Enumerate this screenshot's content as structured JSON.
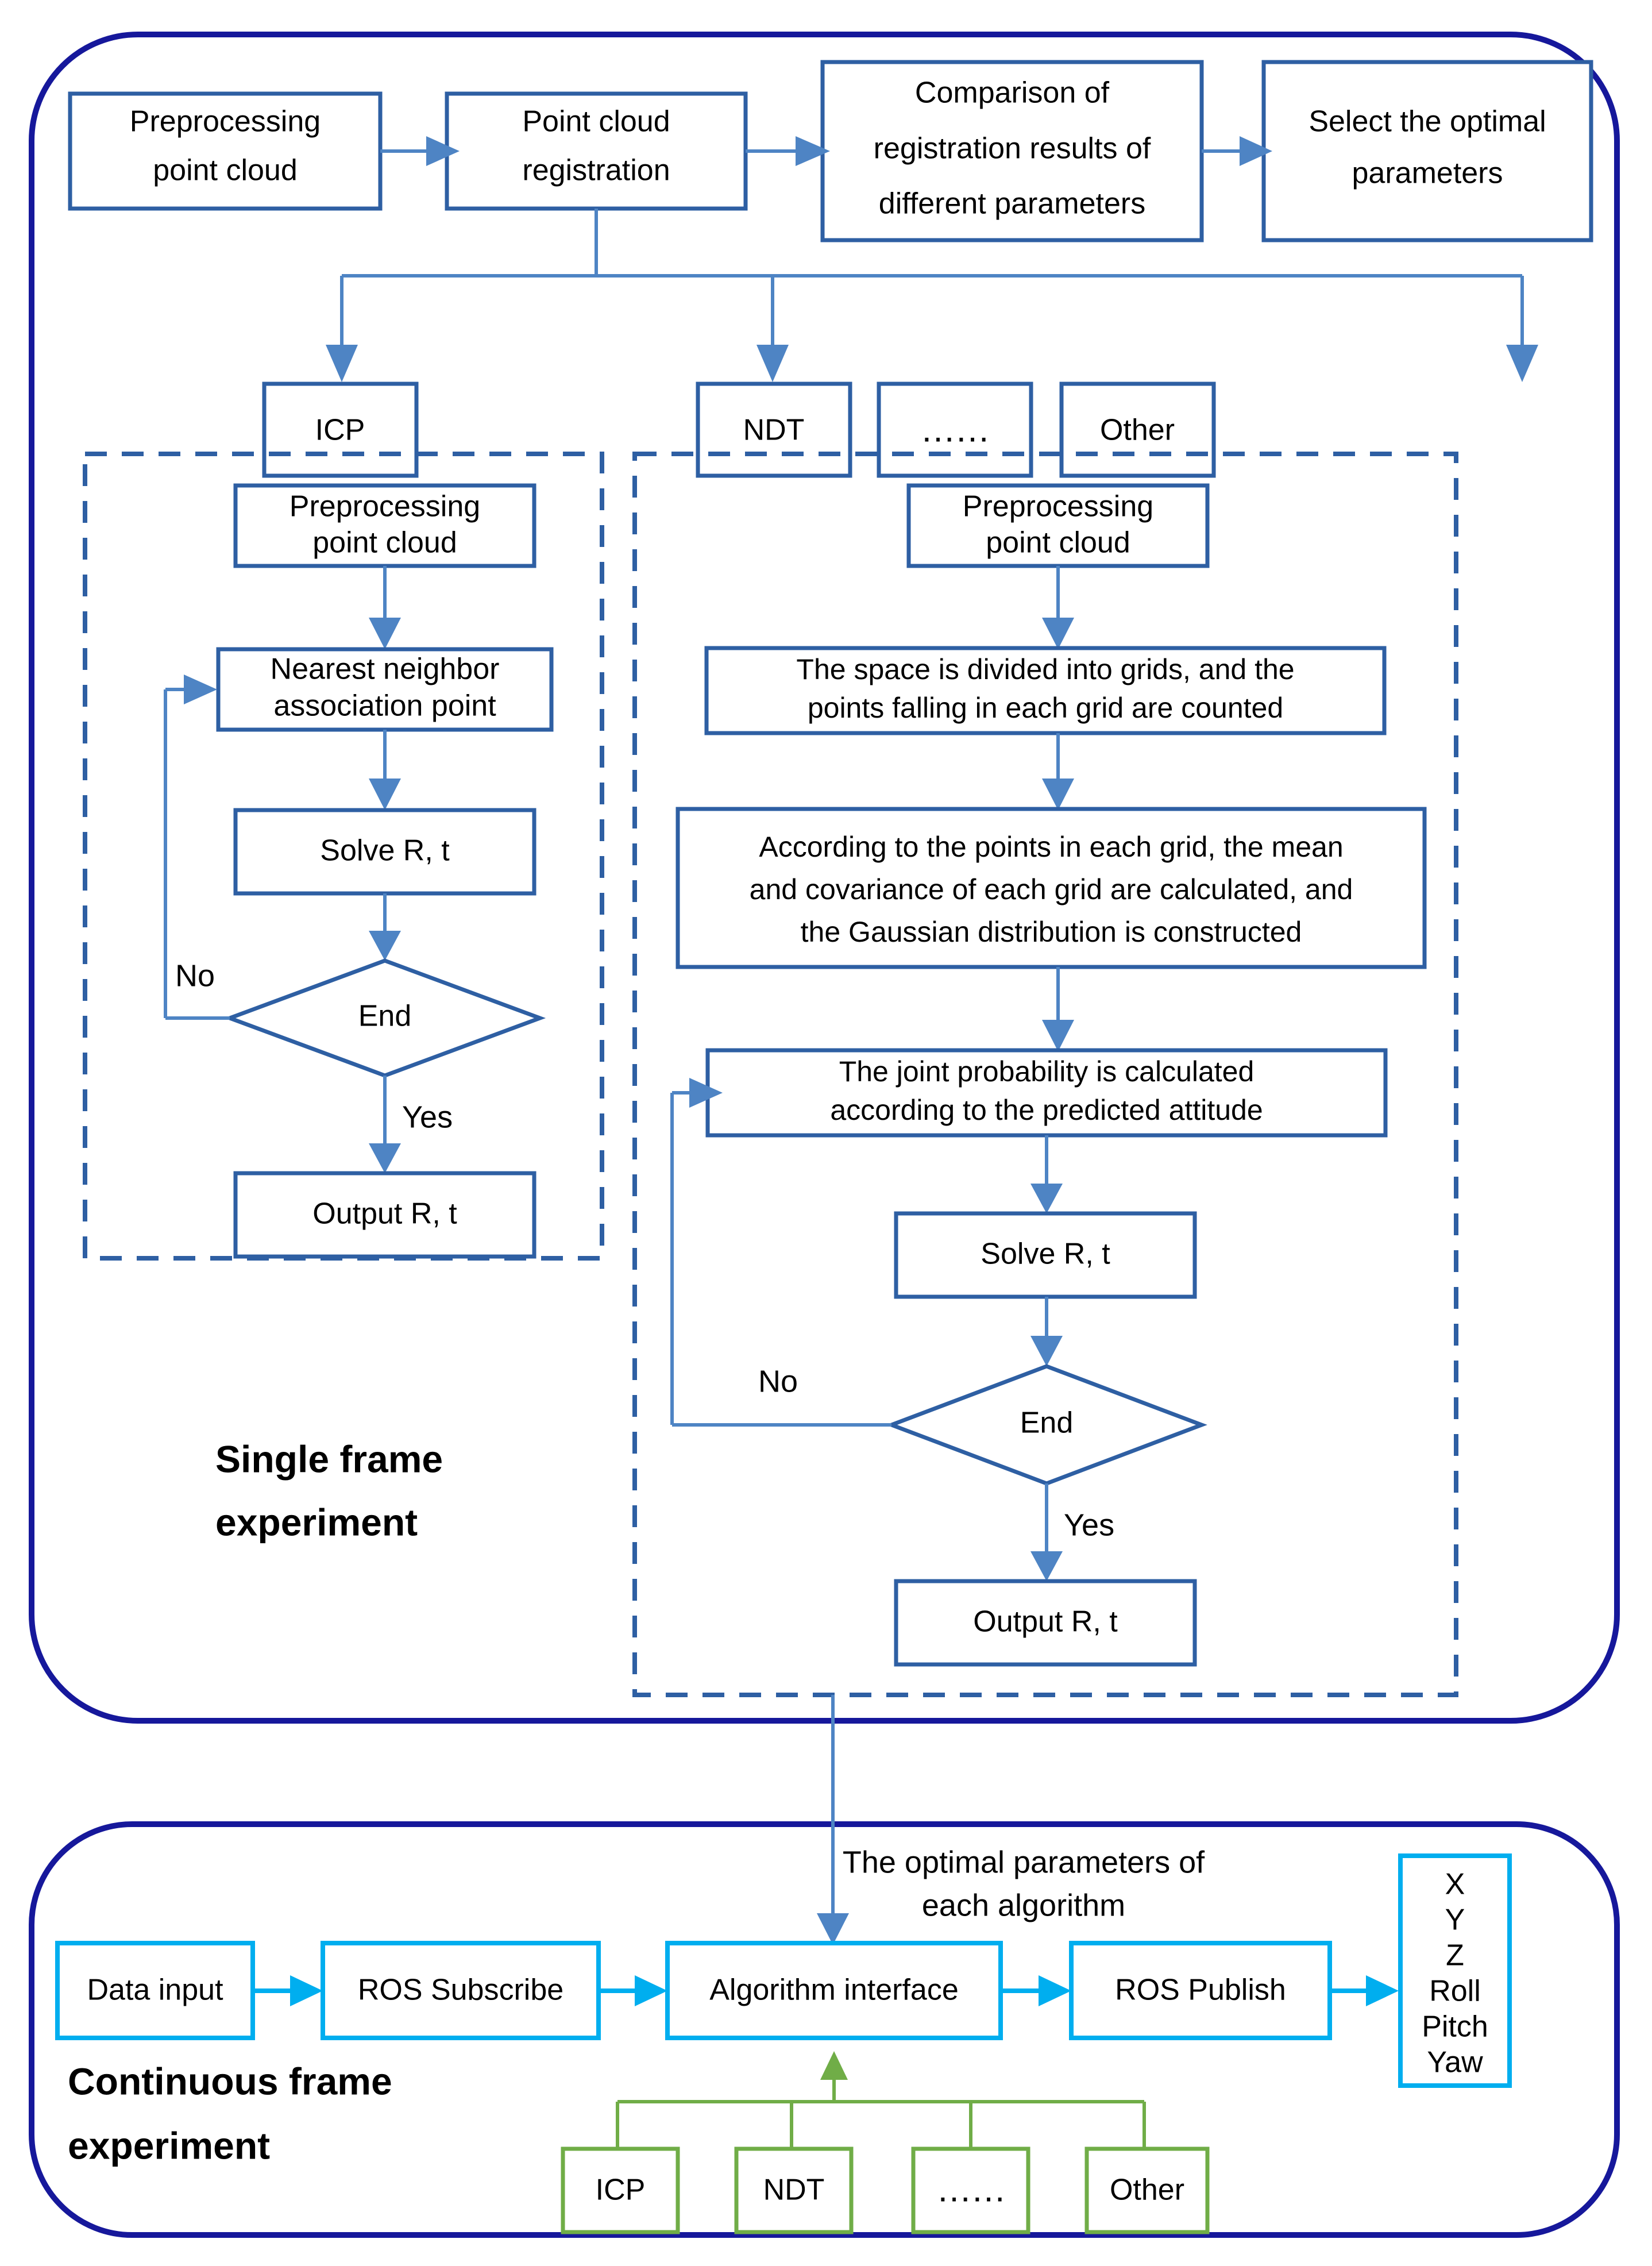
{
  "figure": {
    "type": "flowchart",
    "sections": [
      {
        "id": "single-frame",
        "label_line1": "Single frame",
        "label_line2": "experiment"
      },
      {
        "id": "continuous-frame",
        "label_line1": "Continuous frame",
        "label_line2": "experiment"
      }
    ]
  },
  "colors": {
    "outer_border": "#16189B",
    "box_blue": "#2E5FA3",
    "connector_blue": "#4E84C4",
    "box_cyan": "#00AEEF",
    "box_green": "#70AD47"
  },
  "top_pipeline": {
    "boxes": [
      {
        "id": "preprocessing",
        "line1": "Preprocessing",
        "line2": "point cloud"
      },
      {
        "id": "registration",
        "line1": "Point cloud",
        "line2": "registration"
      },
      {
        "id": "comparison",
        "line1": "Comparison of",
        "line2": "registration results of",
        "line3": "different parameters"
      },
      {
        "id": "select-optimal",
        "line1": "Select the optimal",
        "line2": "parameters"
      }
    ]
  },
  "algorithm_row": {
    "boxes": [
      {
        "id": "icp",
        "label": "ICP"
      },
      {
        "id": "ndt",
        "label": "NDT"
      },
      {
        "id": "ellipsis",
        "label": "……"
      },
      {
        "id": "other",
        "label": "Other"
      }
    ]
  },
  "icp_branch": {
    "boxes": [
      {
        "id": "icp-preprocess",
        "line1": "Preprocessing",
        "line2": "point cloud"
      },
      {
        "id": "icp-nearest",
        "line1": "Nearest neighbor",
        "line2": "association point"
      },
      {
        "id": "icp-solve",
        "line1": "Solve R, t"
      },
      {
        "id": "icp-output",
        "line1": "Output R, t"
      }
    ],
    "decision": {
      "id": "icp-end",
      "label": "End"
    },
    "edge_labels": {
      "no": "No",
      "yes": "Yes"
    }
  },
  "ndt_branch": {
    "boxes": [
      {
        "id": "ndt-preprocess",
        "line1": "Preprocessing",
        "line2": "point cloud"
      },
      {
        "id": "ndt-grid",
        "line1": "The space is divided into grids, and the",
        "line2": "points falling in each grid are counted"
      },
      {
        "id": "ndt-gauss",
        "line1": "According to the points in each grid, the mean",
        "line2": "and covariance of each grid are calculated, and",
        "line3": "the Gaussian distribution is constructed"
      },
      {
        "id": "ndt-joint",
        "line1": "The joint probability is calculated",
        "line2": "according to the predicted attitude"
      },
      {
        "id": "ndt-solve",
        "line1": "Solve R, t"
      },
      {
        "id": "ndt-output",
        "line1": "Output R, t"
      }
    ],
    "decision": {
      "id": "ndt-end",
      "label": "End"
    },
    "edge_labels": {
      "no": "No",
      "yes": "Yes"
    }
  },
  "transfer_note": {
    "line1": "The optimal parameters of",
    "line2": "each algorithm"
  },
  "bottom_pipeline": {
    "boxes": [
      {
        "id": "data-input",
        "label": "Data input"
      },
      {
        "id": "ros-subscribe",
        "label": "ROS Subscribe"
      },
      {
        "id": "algorithm-interface",
        "label": "Algorithm interface"
      },
      {
        "id": "ros-publish",
        "label": "ROS Publish"
      }
    ],
    "output_box": {
      "id": "pose-output",
      "items": [
        "X",
        "Y",
        "Z",
        "Roll",
        "Pitch",
        "Yaw"
      ]
    },
    "algorithms": [
      {
        "id": "bottom-icp",
        "label": "ICP"
      },
      {
        "id": "bottom-ndt",
        "label": "NDT"
      },
      {
        "id": "bottom-ellipsis",
        "label": "……"
      },
      {
        "id": "bottom-other",
        "label": "Other"
      }
    ]
  }
}
